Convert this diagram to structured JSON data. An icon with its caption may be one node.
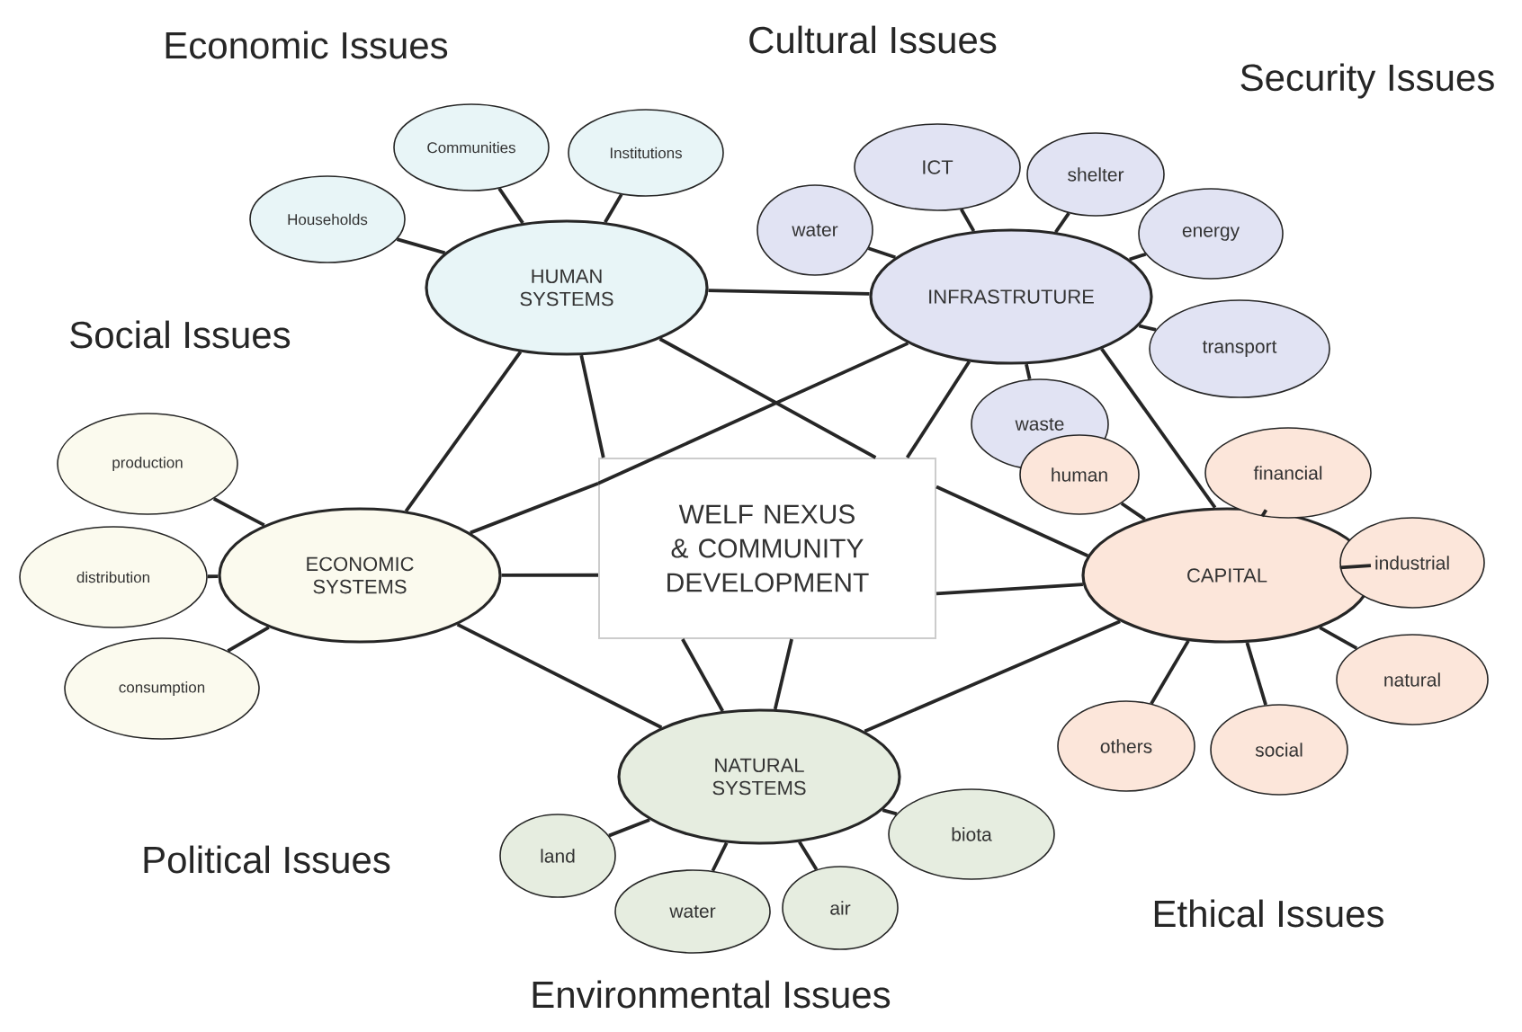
{
  "diagram": {
    "nodes": [
      {
        "text": [
          "HUMAN SYSTEMS"
        ]
      },
      {
        "text": [
          "Households"
        ]
      },
      {
        "text": [
          "Communities"
        ]
      },
      {
        "text": [
          "Institutions"
        ]
      },
      {
        "text": [
          "INFRASTRUTURE"
        ]
      },
      {
        "text": [
          "water"
        ]
      },
      {
        "text": [
          "ICT"
        ]
      },
      {
        "text": [
          "shelter"
        ]
      },
      {
        "text": [
          "energy"
        ]
      },
      {
        "text": [
          "transport"
        ]
      },
      {
        "text": [
          "waste"
        ]
      },
      {
        "text": [
          "ECONOMIC SYSTEMS"
        ]
      },
      {
        "text": [
          "production"
        ]
      },
      {
        "text": [
          "distribution"
        ]
      },
      {
        "text": [
          "consumption"
        ]
      },
      {
        "text": [
          "WELF NEXUS & COMMUNITY DEVELOPMENT"
        ]
      },
      {
        "text": [
          "CAPITAL"
        ]
      },
      {
        "text": [
          "human"
        ]
      },
      {
        "text": [
          "financial"
        ]
      },
      {
        "text": [
          "industrial"
        ]
      },
      {
        "text": [
          "natural"
        ]
      },
      {
        "text": [
          "others"
        ]
      },
      {
        "text": [
          "social"
        ]
      },
      {
        "text": [
          "NATURAL SYSTEMS"
        ]
      },
      {
        "text": [
          "land"
        ]
      },
      {
        "text": [
          "water"
        ]
      },
      {
        "text": [
          "air"
        ]
      },
      {
        "text": [
          "biota"
        ]
      }
    ],
    "edges": [
      {
        "from": 0,
        "to": 1,
        "arrow": "none"
      },
      {
        "from": 0,
        "to": 2,
        "arrow": "none"
      },
      {
        "from": 0,
        "to": 3,
        "arrow": "none"
      },
      {
        "from": 4,
        "to": 5,
        "arrow": "none"
      },
      {
        "from": 4,
        "to": 6,
        "arrow": "none"
      },
      {
        "from": 4,
        "to": 7,
        "arrow": "none"
      },
      {
        "from": 4,
        "to": 8,
        "arrow": "none"
      },
      {
        "from": 4,
        "to": 9,
        "arrow": "none"
      },
      {
        "from": 4,
        "to": 10,
        "arrow": "none"
      },
      {
        "from": 11,
        "to": 12,
        "arrow": "none"
      },
      {
        "from": 11,
        "to": 13,
        "arrow": "none"
      },
      {
        "from": 11,
        "to": 14,
        "arrow": "none"
      },
      {
        "from": 16,
        "to": 17,
        "arrow": "none"
      },
      {
        "from": 16,
        "to": 18,
        "arrow": "none"
      },
      {
        "from": 16,
        "to": 19,
        "arrow": "none"
      },
      {
        "from": 16,
        "to": 20,
        "arrow": "none"
      },
      {
        "from": 16,
        "to": 21,
        "arrow": "none"
      },
      {
        "from": 16,
        "to": 22,
        "arrow": "none"
      },
      {
        "from": 23,
        "to": 24,
        "arrow": "none"
      },
      {
        "from": 23,
        "to": 25,
        "arrow": "none"
      },
      {
        "from": 23,
        "to": 26,
        "arrow": "none"
      },
      {
        "from": 23,
        "to": 27,
        "arrow": "none"
      },
      {
        "from": 0,
        "to": 4,
        "arrow": "none"
      },
      {
        "from": 0,
        "to": 11,
        "arrow": "none"
      },
      {
        "from": 4,
        "to": 16,
        "arrow": "none"
      },
      {
        "from": 11,
        "to": 23,
        "arrow": "none"
      },
      {
        "from": 23,
        "to": 16,
        "arrow": "none"
      },
      {
        "from": 0,
        "to": 15,
        "arrow": "none"
      },
      {
        "from": 0,
        "to": 15,
        "arrow": "none"
      },
      {
        "from": 4,
        "to": 15,
        "arrow": "none"
      },
      {
        "from": 4,
        "to": 15,
        "arrow": "none"
      },
      {
        "from": 11,
        "to": 15,
        "arrow": "none"
      },
      {
        "from": 11,
        "to": 15,
        "arrow": "none"
      },
      {
        "from": 15,
        "to": 16,
        "arrow": "none"
      },
      {
        "from": 15,
        "to": 16,
        "arrow": "none"
      },
      {
        "from": 15,
        "to": 23,
        "arrow": "none"
      },
      {
        "from": 15,
        "to": 23,
        "arrow": "none"
      }
    ],
    "labels": [
      "Economic Issues",
      "Cultural Issues",
      "Security Issues",
      "Social Issues",
      "Political Issues",
      "Ethical Issues",
      "Environmental Issues"
    ]
  }
}
